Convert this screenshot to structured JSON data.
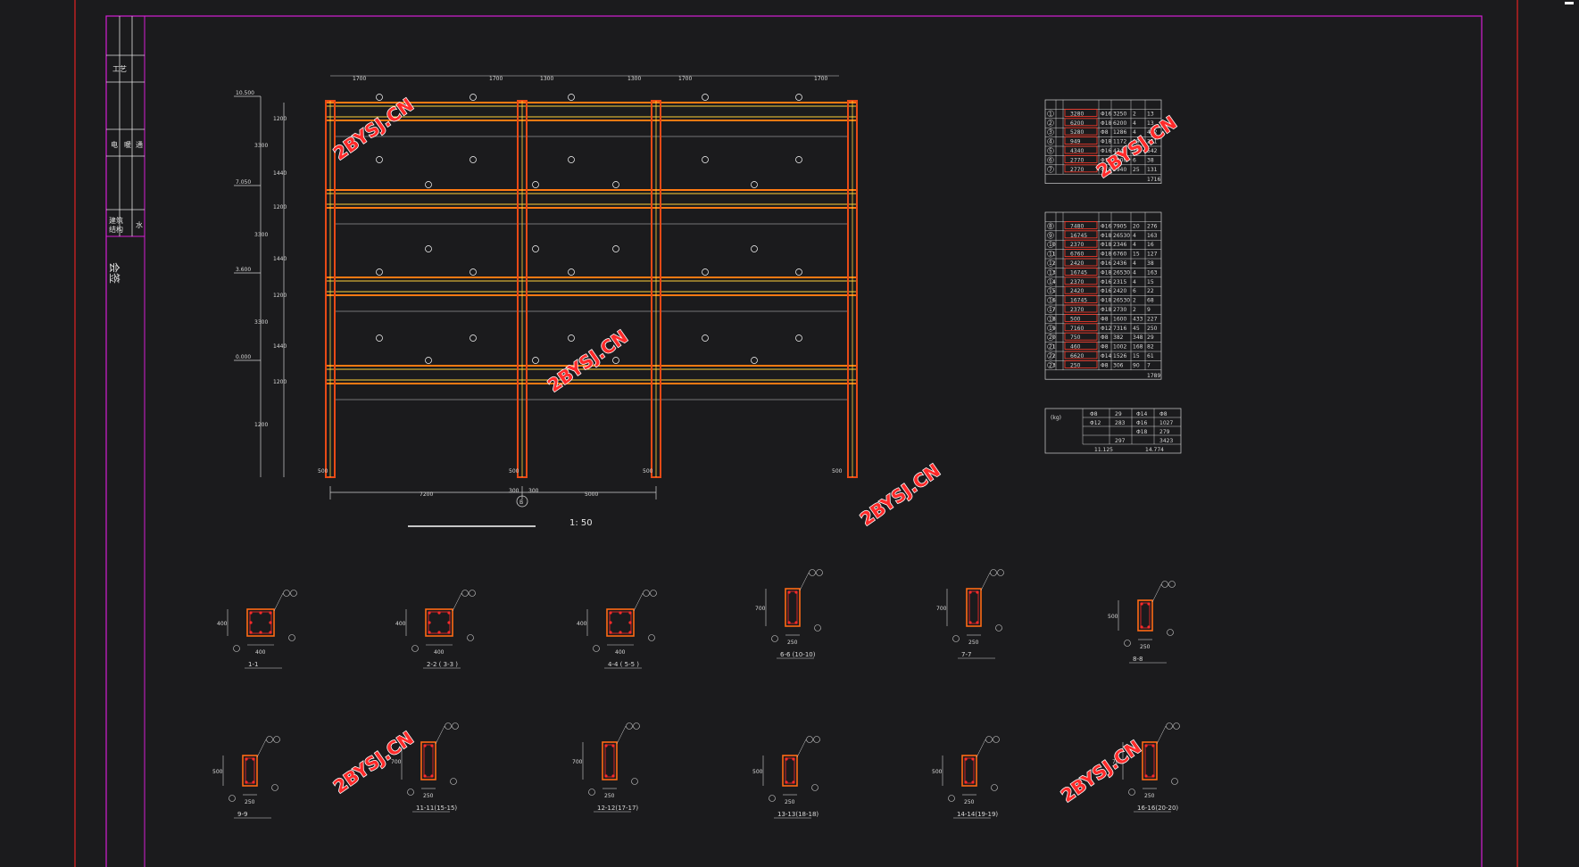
{
  "title_block": {
    "cells": [
      "工艺",
      "电",
      "暖",
      "通",
      "建筑",
      "结构",
      "水"
    ],
    "signature": "会签"
  },
  "frame": {
    "elevations_left": [
      "10.500",
      "7.050",
      "3.600",
      "0.000"
    ],
    "story_dims": [
      "3300",
      "3300",
      "3300",
      "1200"
    ],
    "seg_dims": [
      "1200",
      "1440",
      "1200",
      "1440",
      "1200",
      "1440",
      "1200"
    ],
    "top_dims": [
      "1700",
      "1700",
      "1300",
      "1300",
      "1700",
      "1700"
    ],
    "bottom_dims": [
      "7200",
      "300",
      "300",
      "5000"
    ],
    "axis_label": "B",
    "end_dims": [
      "500",
      "500",
      "500",
      "500"
    ],
    "scale_text": "1: 50"
  },
  "watermarks": [
    "2BYSJ.CN",
    "2BYSJ.CN",
    "2BYSJ.CN",
    "2BYSJ.CN",
    "2BYSJ.CN",
    "2BYSJ.CN"
  ],
  "table1": {
    "rows": [
      [
        "1",
        "3280",
        "Φ16",
        "3250",
        "2",
        "13"
      ],
      [
        "2",
        "6200",
        "Φ18",
        "6200",
        "4",
        "13"
      ],
      [
        "3",
        "5280",
        "Φ8",
        "1286",
        "4",
        "432"
      ],
      [
        "4",
        "949",
        "Φ18",
        "1172",
        "18",
        "251"
      ],
      [
        "5",
        "4340",
        "Φ16",
        "4340",
        "36",
        "542"
      ],
      [
        "6",
        "2770",
        "Φ18",
        "3900",
        "6",
        "38"
      ],
      [
        "7",
        "2770",
        "Φ18",
        "2940",
        "25",
        "131"
      ]
    ],
    "total": "1716"
  },
  "table2": {
    "rows": [
      [
        "8",
        "7480",
        "Φ16",
        "7905",
        "20",
        "276"
      ],
      [
        "9",
        "16745",
        "Φ18",
        "26530",
        "4",
        "163"
      ],
      [
        "10",
        "2370",
        "Φ18",
        "2346",
        "4",
        "16"
      ],
      [
        "11",
        "6760",
        "Φ18",
        "6760",
        "15",
        "127"
      ],
      [
        "12",
        "2420",
        "Φ16",
        "2436",
        "4",
        "38"
      ],
      [
        "13",
        "16745",
        "Φ18",
        "26530",
        "4",
        "163"
      ],
      [
        "14",
        "2370",
        "Φ16",
        "2315",
        "4",
        "15"
      ],
      [
        "15",
        "2420",
        "Φ16",
        "2420",
        "6",
        "22"
      ],
      [
        "16",
        "16745",
        "Φ18",
        "26530",
        "2",
        "68"
      ],
      [
        "17",
        "2370",
        "Φ18",
        "2730",
        "2",
        "9"
      ],
      [
        "18",
        "500",
        "Φ8",
        "1600",
        "433",
        "227"
      ],
      [
        "19",
        "7160",
        "Φ12",
        "7316",
        "45",
        "250"
      ],
      [
        "20",
        "750",
        "Φ8",
        "382",
        "348",
        "29"
      ],
      [
        "21",
        "460",
        "Φ8",
        "1002",
        "168",
        "82"
      ],
      [
        "22",
        "6620",
        "Φ14",
        "1526",
        "15",
        "61"
      ],
      [
        "23",
        "250",
        "Φ8",
        "306",
        "90",
        "7"
      ]
    ],
    "total": "1789"
  },
  "table3": {
    "label": "(kg)",
    "row1": [
      "Φ8",
      "29",
      "Φ14",
      "Φ8"
    ],
    "row2": [
      "Φ12",
      "283",
      "Φ16",
      "1027"
    ],
    "row3": [
      "",
      "",
      "Φ18",
      "279"
    ],
    "row4": [
      "",
      "297",
      "",
      "3423"
    ],
    "row5": [
      "11.125",
      "",
      "14.774",
      ""
    ]
  },
  "sections_top": [
    {
      "label": "1-1",
      "w": "400",
      "h": "400"
    },
    {
      "label": "2-2 ( 3-3 )",
      "w": "400",
      "h": "400"
    },
    {
      "label": "4-4 ( 5-5 )",
      "w": "400",
      "h": "400"
    },
    {
      "label": "6-6 (10-10)",
      "w": "250",
      "h": "700"
    },
    {
      "label": "7-7",
      "w": "250",
      "h": "700"
    },
    {
      "label": "8-8",
      "w": "250",
      "h": "500"
    }
  ],
  "sections_bottom": [
    {
      "label": "9-9",
      "w": "250",
      "h": "500"
    },
    {
      "label": "11-11(15-15)",
      "w": "250",
      "h": "700"
    },
    {
      "label": "12-12(17-17)",
      "w": "250",
      "h": "700"
    },
    {
      "label": "13-13(18-18)",
      "w": "250",
      "h": "500"
    },
    {
      "label": "14-14(19-19)",
      "w": "250",
      "h": "500"
    },
    {
      "label": "16-16(20-20)",
      "w": "250",
      "h": "700"
    }
  ],
  "colors": {
    "background": "#1b1b1d",
    "border_magenta": "#d41fd4",
    "border_red": "#e32222",
    "beam": "#ff7a12",
    "beam_inner": "#ffd23a",
    "column": "#e84a16",
    "dim_line": "#d0d0d0",
    "watermark": "#ff2a2a"
  }
}
